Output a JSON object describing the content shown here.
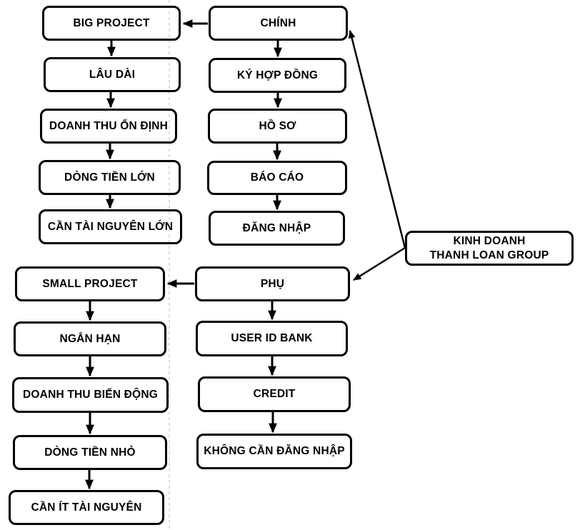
{
  "diagram": {
    "type": "flowchart",
    "colors": {
      "background": "#ffffff",
      "node_border": "#000000",
      "node_fill": "transparent",
      "text": "#000000",
      "arrow": "#000000",
      "divider": "#bdbdbd"
    },
    "nodes": {
      "big_project": {
        "label": "BIG PROJECT"
      },
      "lau_dai": {
        "label": "LÂU DÀI"
      },
      "doanh_thu_on_dinh": {
        "label": "DOANH THU ỔN ĐỊNH"
      },
      "dong_tien_lon": {
        "label": "DÒNG TIỀN LỚN"
      },
      "can_tai_nguyen_lon": {
        "label": "CẦN TÀI NGUYÊN LỚN"
      },
      "chinh": {
        "label": "CHÍNH"
      },
      "ky_hop_dong": {
        "label": "KÝ HỢP ĐỒNG"
      },
      "ho_so": {
        "label": "HỒ SƠ"
      },
      "bao_cao": {
        "label": "BÁO CÁO"
      },
      "dang_nhap": {
        "label": "ĐĂNG NHẬP"
      },
      "kinh_doanh_group": {
        "label": "KINH DOANH\nTHANH LOAN GROUP"
      },
      "small_project": {
        "label": "SMALL PROJECT"
      },
      "ngan_han": {
        "label": "NGẮN HẠN"
      },
      "doanh_thu_bien_dong": {
        "label": "DOANH THU BIẾN ĐỘNG"
      },
      "dong_tien_nho": {
        "label": "DÒNG TIỀN NHỎ"
      },
      "can_it_tai_nguyen": {
        "label": "CẦN ÍT TÀI NGUYÊN"
      },
      "phu": {
        "label": "PHỤ"
      },
      "user_id_bank": {
        "label": "USER ID BANK"
      },
      "credit": {
        "label": "CREDIT"
      },
      "khong_can_dang_nhap": {
        "label": "KHÔNG CẦN ĐĂNG NHẬP"
      }
    },
    "edges": [
      {
        "from": "KINH DOANH THANH LOAN GROUP",
        "to": "CHÍNH"
      },
      {
        "from": "KINH DOANH THANH LOAN GROUP",
        "to": "PHỤ"
      },
      {
        "from": "CHÍNH",
        "to": "BIG PROJECT"
      },
      {
        "from": "CHÍNH",
        "to": "KÝ HỢP ĐỒNG"
      },
      {
        "from": "KÝ HỢP ĐỒNG",
        "to": "HỒ SƠ"
      },
      {
        "from": "HỒ SƠ",
        "to": "BÁO CÁO"
      },
      {
        "from": "BÁO CÁO",
        "to": "ĐĂNG NHẬP"
      },
      {
        "from": "BIG PROJECT",
        "to": "LÂU DÀI"
      },
      {
        "from": "LÂU DÀI",
        "to": "DOANH THU ỔN ĐỊNH"
      },
      {
        "from": "DOANH THU ỔN ĐỊNH",
        "to": "DÒNG TIỀN LỚN"
      },
      {
        "from": "DÒNG TIỀN LỚN",
        "to": "CẦN TÀI NGUYÊN LỚN"
      },
      {
        "from": "PHỤ",
        "to": "SMALL PROJECT"
      },
      {
        "from": "PHỤ",
        "to": "USER ID BANK"
      },
      {
        "from": "USER ID BANK",
        "to": "CREDIT"
      },
      {
        "from": "CREDIT",
        "to": "KHÔNG CẦN ĐĂNG NHẬP"
      },
      {
        "from": "SMALL PROJECT",
        "to": "NGẮN HẠN"
      },
      {
        "from": "NGẮN HẠN",
        "to": "DOANH THU BIẾN ĐỘNG"
      },
      {
        "from": "DOANH THU BIẾN ĐỘNG",
        "to": "DÒNG TIỀN NHỎ"
      },
      {
        "from": "DÒNG TIỀN NHỎ",
        "to": "CẦN ÍT TÀI NGUYÊN"
      }
    ]
  }
}
